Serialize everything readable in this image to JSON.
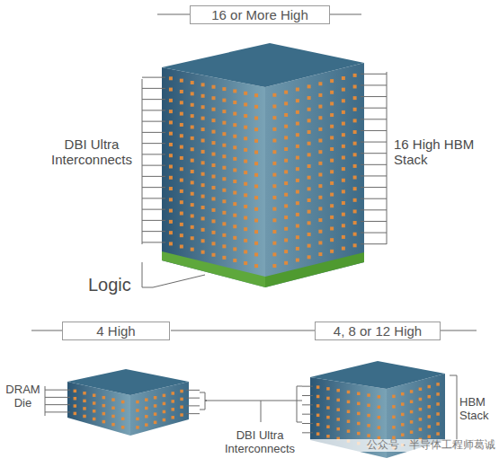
{
  "diagram": {
    "nodes": [
      {
        "text": [
          "16 or More High"
        ]
      },
      {
        "text": [
          "4 High"
        ]
      },
      {
        "text": [
          "4, 8 or 12 High"
        ]
      }
    ],
    "labels": [
      "DBI Ultra Interconnects",
      "16 High HBM Stack",
      "Logic",
      "DRAM Die",
      "DBI Ultra Interconnects",
      "HBM Stack",
      "公众号 · 半导体工程师葛诚"
    ]
  }
}
